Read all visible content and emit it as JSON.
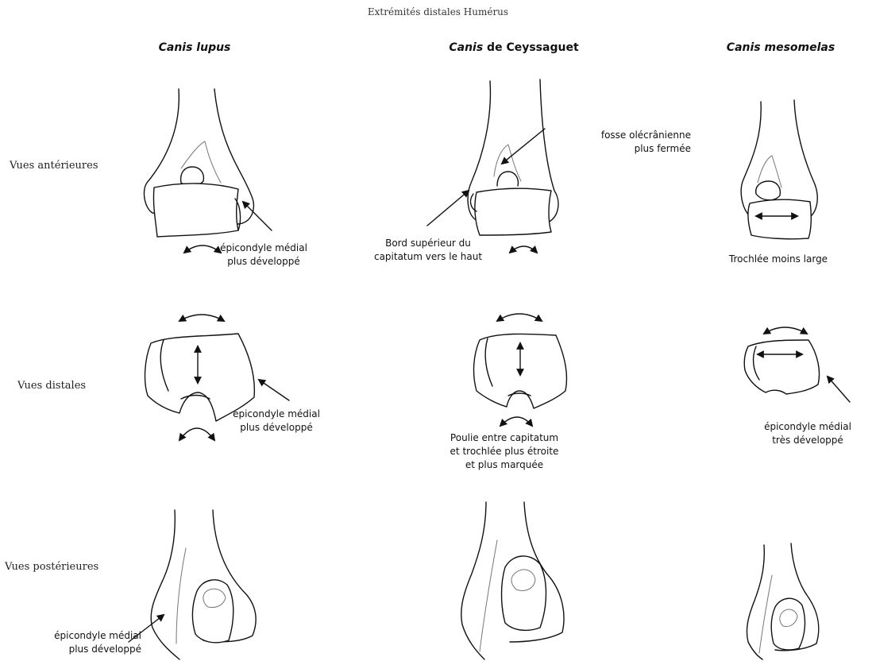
{
  "title": "Extrémités distales Humérus",
  "columns": [
    {
      "italic": "Canis lupus",
      "rest": ""
    },
    {
      "italic": "Canis",
      "rest": " de Ceyssaguet"
    },
    {
      "italic": "Canis mesomelas",
      "rest": ""
    }
  ],
  "rows": {
    "anterior": "Vues antérieures",
    "distal": "Vues distales",
    "posterior": "Vues postérieures"
  },
  "notes": {
    "lupus_anterior": [
      "épicondyle médial",
      "plus développé"
    ],
    "ceyss_fosse": [
      "fosse olécrânienne",
      "plus fermée"
    ],
    "ceyss_bord": [
      "Bord supérieur du",
      "capitatum vers le haut"
    ],
    "meso_anterior": [
      "Trochlée moins large"
    ],
    "lupus_distal": [
      "épicondyle médial",
      "plus développé"
    ],
    "ceyss_distal": [
      "Poulie entre capitatum",
      "et trochlée plus étroite",
      "et plus marquée"
    ],
    "meso_distal": [
      "épicondyle médial",
      "très développé"
    ],
    "lupus_posterior": [
      "épicondyle médial",
      "plus développé"
    ]
  }
}
